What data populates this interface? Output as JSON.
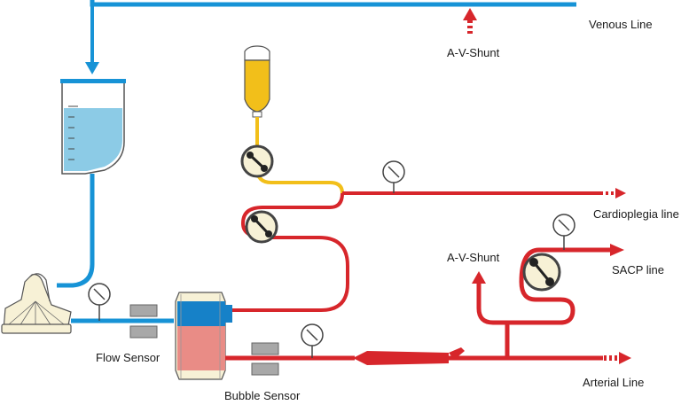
{
  "labels": {
    "venous_line": "Venous Line",
    "av_shunt_top": "A-V-Shunt",
    "cardioplegia_line": "Cardioplegia line",
    "av_shunt_mid": "A-V-Shunt",
    "sacp_line": "SACP line",
    "flow_sensor": "Flow Sensor",
    "bubble_sensor": "Bubble Sensor",
    "arterial_line": "Arterial Line"
  },
  "colors": {
    "venous_blue": "#1793d6",
    "arterial_red": "#d7262b",
    "cardioplegia_yellow": "#f2bf1a",
    "reservoir_fluid": "#8ccbe6",
    "oxygenator_blue": "#1681c8",
    "oxygenator_pink": "#e98c86",
    "sensor_gray": "#a8a8a8"
  }
}
